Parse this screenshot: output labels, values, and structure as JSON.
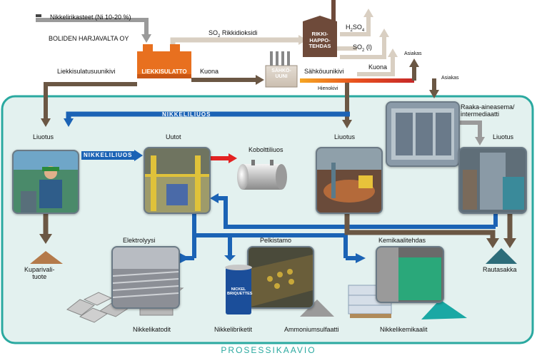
{
  "top": {
    "nickel_concentrates": "Nikkelirikasteet (Ni 10-20 %)",
    "boliden": "BOLIDEN HARJAVALTA OY",
    "so2_prefix": "SO",
    "so2_sub": "2",
    "so2_label": "Rikkidioksidi",
    "flash_furnace_line": "Liekkisulatusuunikivi",
    "flash_smelter": "LIEKKISULATTO",
    "slag_1": "Kuona",
    "electric_furnace": [
      "SÄHKÖ-",
      "UUNI"
    ],
    "acid_plant": [
      "RIKKI-",
      "HAPPO-",
      "TEHDAS"
    ],
    "h2so4": {
      "a": "H",
      "b": "2",
      "c": "SO",
      "d": "4"
    },
    "so2_liquid": {
      "a": "SO",
      "b": "2",
      "c": " (l)"
    },
    "customer_1": "Asiakas",
    "slag_2": "Kuona",
    "electric_furnace_line": "Sähköuunikivi",
    "fine_matte": "Hienokivi",
    "customer_2": "Asiakas"
  },
  "process": {
    "nickel_solution_top": "NIKKELILIUOS",
    "nickel_solution_left": "NIKKELILIUOS",
    "leaching_left": "Liuotus",
    "extraction": "Uutot",
    "cobalt_solution": "Kobolttiliuos",
    "leaching_middle": "Liuotus",
    "raw_material_station": [
      "Raaka-aineasema/",
      "intermediaatti"
    ],
    "leaching_right": "Liuotus",
    "copper_intermediate": [
      "Kuparivali-",
      "tuote"
    ],
    "electrolysis": "Elektrolyysi",
    "reduction": "Pelkistamo",
    "chemical_plant": "Kemikaalitehdas",
    "iron_precipitate": "Rautasakka",
    "nickel_cathodes": "Nikkelikatodit",
    "nickel_briquettes": "Nikkelibriketit",
    "briquette_barrel_text": [
      "NICKEL",
      "BRIQUETTES"
    ],
    "ammonium_sulfate": "Ammoniumsulfaatti",
    "nickel_chemicals": "Nikkelikemikaalit"
  },
  "footer": "PROSESSIKAAVIO",
  "colors": {
    "panel_fill": "#e3f1ef",
    "panel_border": "#2aa9a0",
    "flow_blue": "#1b63b5",
    "flow_brown": "#6b5744",
    "flow_grey": "#9a9a9a",
    "flow_beige": "#d9cfc2",
    "flow_red": "#e32222",
    "smelter_orange": "#e8701f",
    "acid_plant_brown": "#6e4a3a",
    "footer_teal": "#2aa9a0"
  }
}
